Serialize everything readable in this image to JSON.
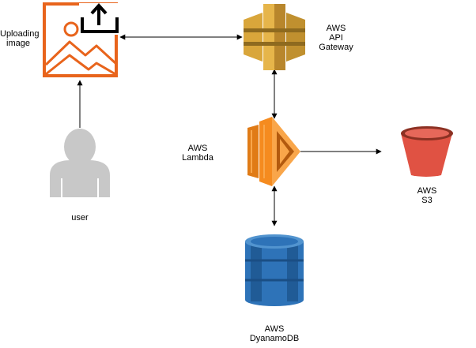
{
  "labels": {
    "uploading_image": [
      "Uploading",
      "image"
    ],
    "api_gateway": [
      "AWS",
      "API",
      "Gateway"
    ],
    "lambda": [
      "AWS",
      "Lambda"
    ],
    "s3": [
      "AWS",
      "S3"
    ],
    "dynamodb": [
      "AWS",
      "DyanamoDB"
    ],
    "user": [
      "user"
    ]
  },
  "colors": {
    "upload_icon": "#E8641C",
    "api_gateway": "#D9A63B",
    "lambda": "#F58B1F",
    "s3": "#E05243",
    "dynamodb": "#2E73B8",
    "user": "#C8C8C8",
    "arrows": "#000000"
  },
  "icons": {
    "upload": "image-upload-icon",
    "api_gateway": "api-gateway-icon",
    "lambda": "lambda-icon",
    "s3": "s3-bucket-icon",
    "dynamodb": "dynamodb-icon",
    "user": "user-icon"
  }
}
